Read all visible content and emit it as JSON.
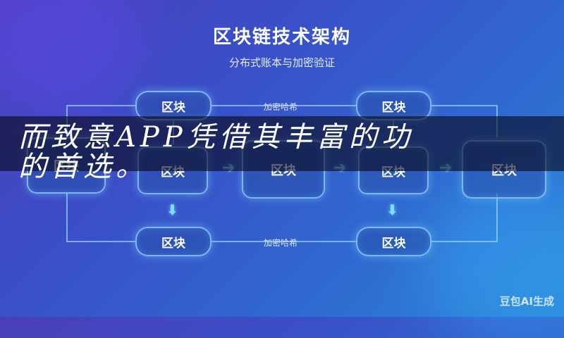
{
  "title": "区块链技术架构",
  "subtitle": "分布式账本与加密验证",
  "blocks": {
    "top_left": "区块",
    "top_right": "区块",
    "mid_1": "区块",
    "mid_2": "区块",
    "mid_3": "区块",
    "mid_4": "区块",
    "mid_5": "区块",
    "bottom_left": "区块",
    "bottom_right": "区块"
  },
  "labels": {
    "top_hash": "加密哈希",
    "bottom_hash": "加密哈希"
  },
  "overlay": {
    "line1": "而致意APP凭借其丰富的功",
    "line2": "的首选。"
  },
  "watermark": "豆包AI生成",
  "colors": {
    "accent": "#7fe0ff",
    "block_border": "#8cc8ff"
  }
}
